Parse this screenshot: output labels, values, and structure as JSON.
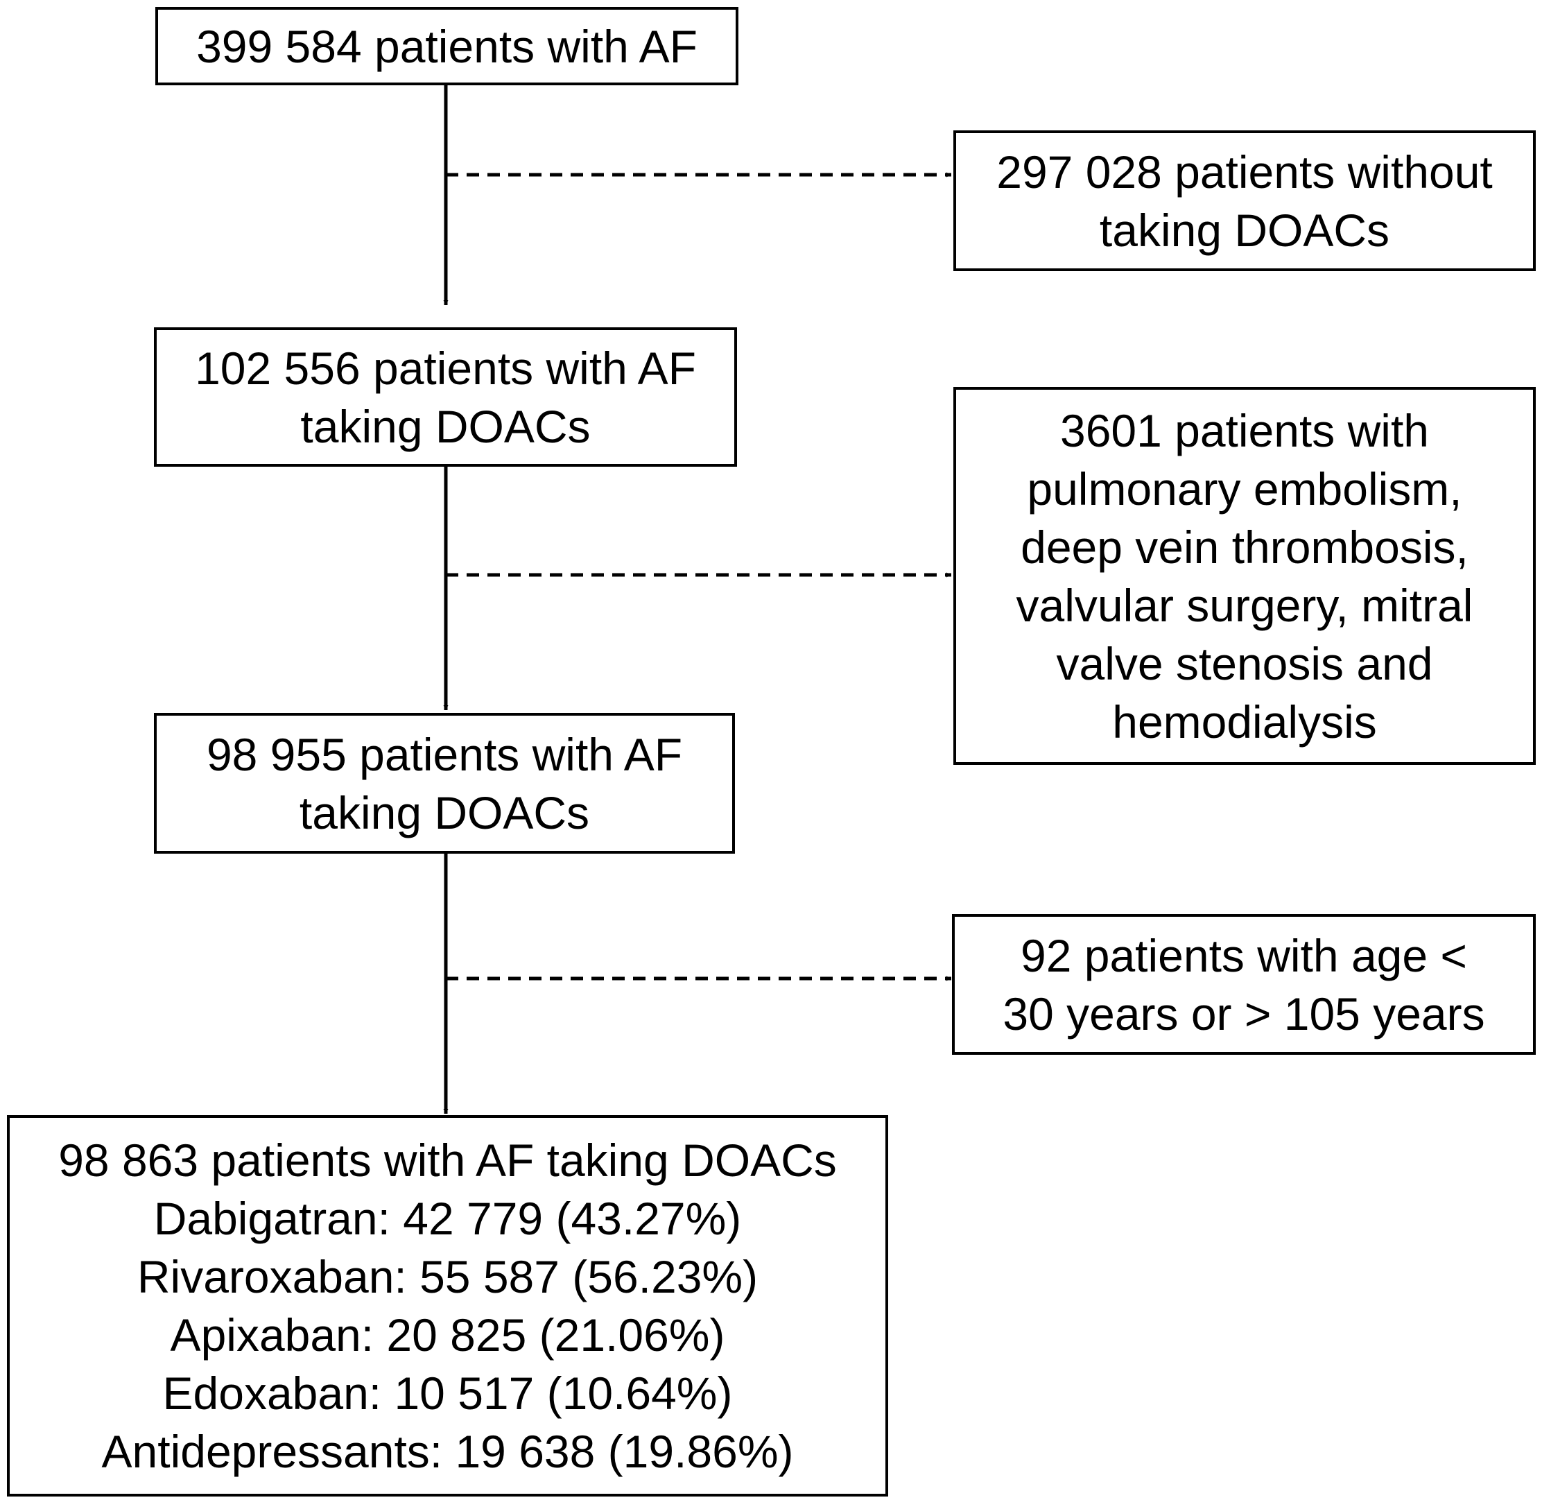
{
  "flowchart": {
    "nodes": {
      "n1": {
        "lines": [
          "399 584 patients with AF"
        ]
      },
      "n2": {
        "lines": [
          "102 556 patients with AF",
          "taking DOACs"
        ]
      },
      "n3": {
        "lines": [
          "98 955 patients with AF",
          "taking DOACs"
        ]
      },
      "n4": {
        "lines": [
          "98 863 patients with AF taking DOACs",
          "Dabigatran: 42 779 (43.27%)",
          "Rivaroxaban: 55 587 (56.23%)",
          "Apixaban: 20 825 (21.06%)",
          "Edoxaban: 10 517 (10.64%)",
          "Antidepressants: 19 638 (19.86%)"
        ]
      },
      "e1": {
        "lines": [
          "297 028 patients without",
          "taking DOACs"
        ]
      },
      "e2": {
        "lines": [
          "3601 patients with",
          "pulmonary embolism,",
          "deep vein thrombosis,",
          "valvular surgery, mitral",
          "valve stenosis and",
          "hemodialysis"
        ]
      },
      "e3": {
        "lines": [
          "92 patients with age <",
          "30 years or > 105 years"
        ]
      }
    },
    "edges": [
      {
        "from": "n1",
        "to": "n2",
        "style": "solid"
      },
      {
        "from": "n2",
        "to": "n3",
        "style": "solid"
      },
      {
        "from": "n3",
        "to": "n4",
        "style": "solid"
      },
      {
        "from": "n1-n2",
        "to": "e1",
        "style": "dashed"
      },
      {
        "from": "n2-n3",
        "to": "e2",
        "style": "dashed"
      },
      {
        "from": "n3-n4",
        "to": "e3",
        "style": "dashed"
      }
    ]
  }
}
